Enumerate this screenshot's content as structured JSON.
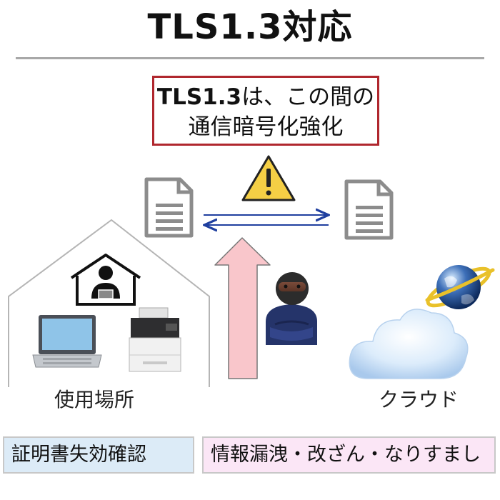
{
  "title": "TLS1.3対応",
  "callout": {
    "line1_bold": "TLS1.3",
    "line1_rest": "は、この間の",
    "line2": "通信暗号化強化"
  },
  "labels": {
    "site": "使用場所",
    "cloud": "クラウド"
  },
  "boxes": {
    "certificate": "証明書失効確認",
    "threats": "情報漏洩・改ざん・なりすまし"
  },
  "colors": {
    "callout_border": "#b0272e",
    "arrow_blue": "#1f3f9f",
    "big_arrow_fill": "#f9c6cb",
    "warning_yellow": "#f5cf45",
    "cert_box_bg": "#dcebf7",
    "threat_box_bg": "#fbe6f6"
  },
  "icons": [
    "document-icon",
    "warning-icon",
    "home-user-icon",
    "laptop-icon",
    "printer-icon",
    "hacker-icon",
    "cloud-icon",
    "globe-icon",
    "upload-arrow-icon"
  ]
}
